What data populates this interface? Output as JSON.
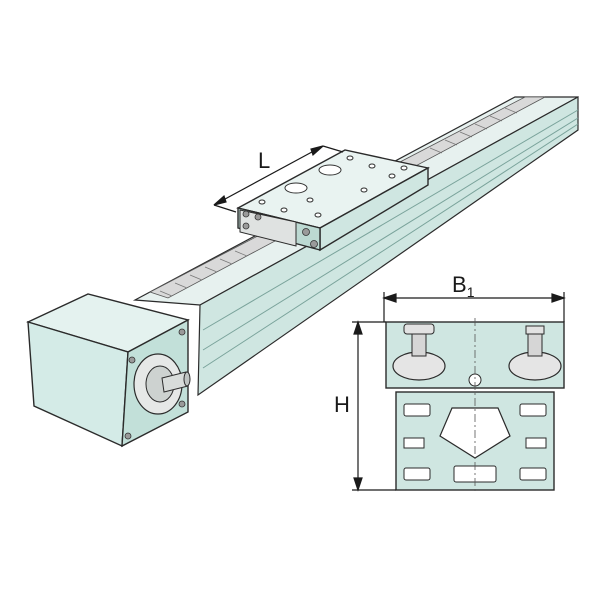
{
  "labels": {
    "length": "L",
    "width_main": "B",
    "width_sub": "1",
    "height": "H"
  },
  "colors": {
    "profile": "#cfe6e1",
    "profile_dark": "#a9ccc5",
    "profile_shadow": "#8fb5ae",
    "outline": "#2b2b2b",
    "rack": "#d9d9d9",
    "carriage": "#dfeeea",
    "gear_motor": "#d4ebe7",
    "line": "#1a1a1a"
  }
}
